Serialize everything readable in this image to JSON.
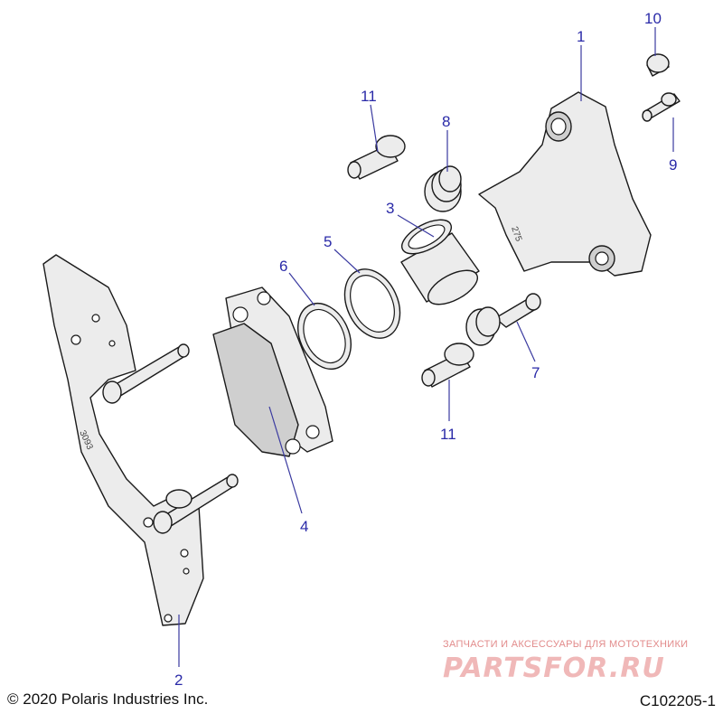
{
  "callouts": [
    {
      "id": "1",
      "label": "1"
    },
    {
      "id": "2",
      "label": "2"
    },
    {
      "id": "3",
      "label": "3"
    },
    {
      "id": "4",
      "label": "4"
    },
    {
      "id": "5",
      "label": "5"
    },
    {
      "id": "6",
      "label": "6"
    },
    {
      "id": "7",
      "label": "7"
    },
    {
      "id": "8",
      "label": "8"
    },
    {
      "id": "9",
      "label": "9"
    },
    {
      "id": "10",
      "label": "10"
    },
    {
      "id": "11a",
      "label": "11"
    },
    {
      "id": "11b",
      "label": "11"
    }
  ],
  "part_markings": {
    "bracket": "3093",
    "caliper": "275"
  },
  "footer": {
    "copyright": "© 2020 Polaris Industries Inc.",
    "figure_id": "C102205-1"
  },
  "watermark": {
    "tagline": "ЗАПЧАСТИ И АКСЕССУАРЫ ДЛЯ МОТОТЕХНИКИ",
    "brand": "PARTSFOR.RU"
  },
  "colors": {
    "callout": "#2a2aa8",
    "part_fill": "#ececec",
    "watermark": "#f0b8b8"
  }
}
